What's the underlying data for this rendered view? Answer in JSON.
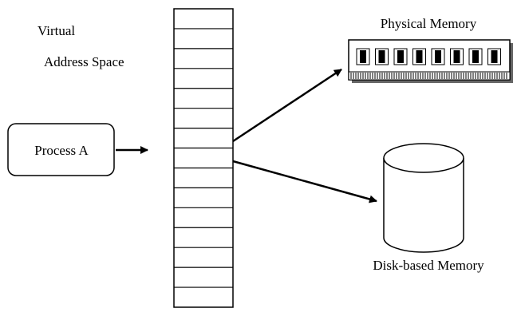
{
  "labels": {
    "virtual_line1": "Virtual",
    "virtual_line2": "Address Space",
    "process": "Process A",
    "physical_memory": "Physical Memory",
    "disk_memory": "Disk-based Memory"
  },
  "page_table": {
    "row_count": 15
  },
  "memory_chip": {
    "cell_count": 8
  },
  "colors": {
    "stroke": "#000000",
    "background": "#ffffff"
  }
}
